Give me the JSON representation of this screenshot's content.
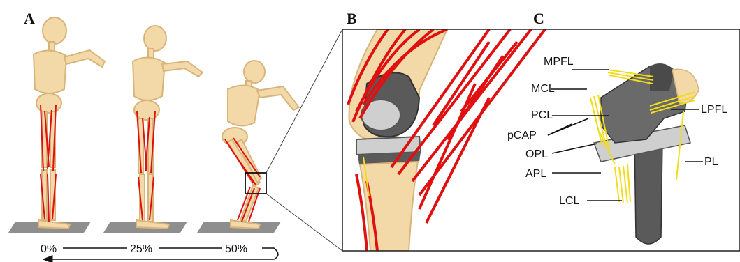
{
  "panels": {
    "a": {
      "letter": "A",
      "progress_labels": [
        "0%",
        "25%",
        "50%"
      ]
    },
    "b": {
      "letter": "B"
    },
    "c": {
      "letter": "C",
      "ligament_labels": [
        "MPFL",
        "MCL",
        "PCL",
        "pCAP",
        "OPL",
        "APL",
        "LCL",
        "LPFL",
        "PL"
      ]
    }
  },
  "colors": {
    "bone": "#f3d9a8",
    "bone_shade": "#d9b47a",
    "muscle": "#e01010",
    "implant_dark": "#5a5a5a",
    "implant_light": "#cfcfcf",
    "ligament": "#f2dc1a",
    "platform": "#8e8e8e"
  }
}
